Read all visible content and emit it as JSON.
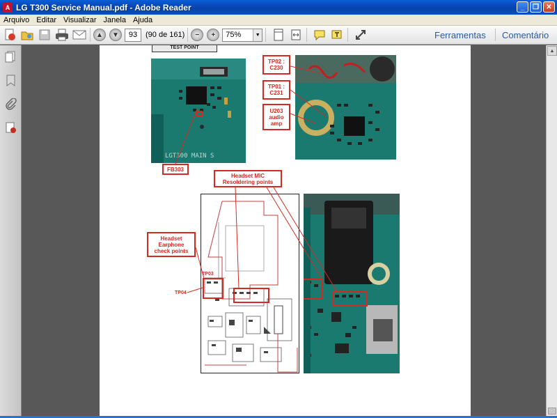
{
  "window": {
    "title": "LG T300 Service Manual.pdf - Adobe Reader",
    "app_icon": "adobe-reader-icon"
  },
  "menu": {
    "items": [
      "Arquivo",
      "Editar",
      "Visualizar",
      "Janela",
      "Ajuda"
    ]
  },
  "toolbar": {
    "page_number": "93",
    "page_count": "(90 de 161)",
    "zoom": "75%",
    "tools_label": "Ferramentas",
    "comment_label": "Comentário"
  },
  "document": {
    "test_point_header": "TEST POINT",
    "labels": {
      "tp02": "TP02 :\nC230",
      "tp01": "TP01 :\nC231",
      "u203": "U203\naudio\namp",
      "fb303": "FB303",
      "headset_mic": "Headset MIC\nResoldering points",
      "headset_earphone": "Headset\nEarphone\ncheck points",
      "tp03": "TP03",
      "tp04": "TP04"
    },
    "board_text": "LGT300 MAIN S"
  },
  "colors": {
    "annotation_red": "#d42a22",
    "pcb_green": "#15756a",
    "titlebar_blue": "#0848b8",
    "doc_background": "#585858"
  }
}
